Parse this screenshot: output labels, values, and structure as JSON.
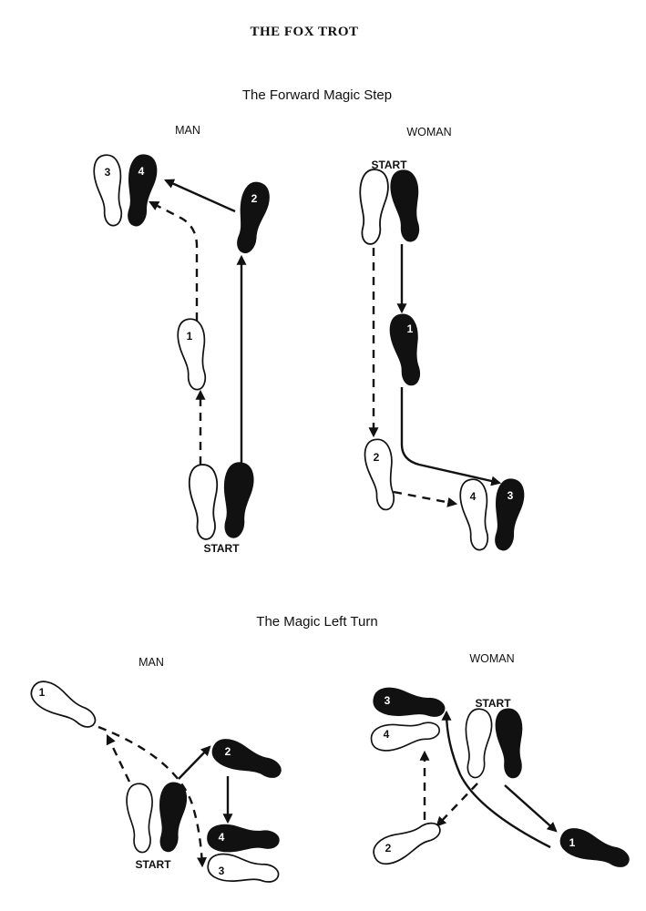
{
  "title": "THE FOX TROT",
  "sections": [
    {
      "heading": "The Forward Magic Step",
      "man": {
        "label": "MAN",
        "start": "START",
        "steps": [
          "1",
          "2",
          "3",
          "4"
        ]
      },
      "woman": {
        "label": "WOMAN",
        "start": "START",
        "steps": [
          "1",
          "2",
          "3",
          "4"
        ]
      }
    },
    {
      "heading": "The Magic Left Turn",
      "man": {
        "label": "MAN",
        "start": "START",
        "steps": [
          "1",
          "2",
          "3",
          "4"
        ]
      },
      "woman": {
        "label": "WOMAN",
        "start": "START",
        "steps": [
          "1",
          "2",
          "3",
          "4"
        ]
      }
    }
  ],
  "legend": {
    "left_foot": "white outlined footprint",
    "right_foot": "black filled footprint",
    "left_path": "dashed line",
    "right_path": "solid line"
  }
}
